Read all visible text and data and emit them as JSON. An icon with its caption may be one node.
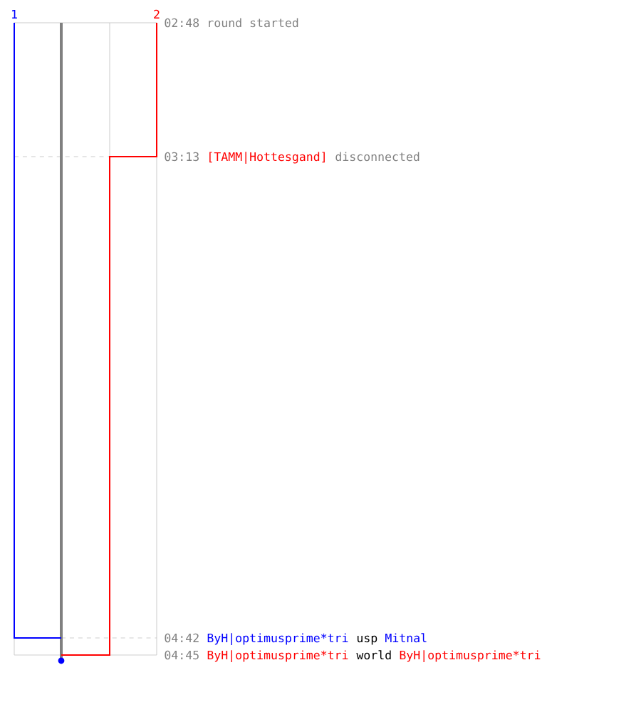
{
  "diagram": {
    "labels": [
      "1",
      "2",
      "02:48",
      "round started",
      "03:13",
      "[TAMM|Hottesgand]",
      "disconnected",
      "04:42",
      "ByH|optimusprime*tri",
      "usp",
      "Mitnal",
      "04:45",
      "ByH|optimusprime*tri",
      "world",
      "ByH|optimusprime*tri"
    ]
  }
}
